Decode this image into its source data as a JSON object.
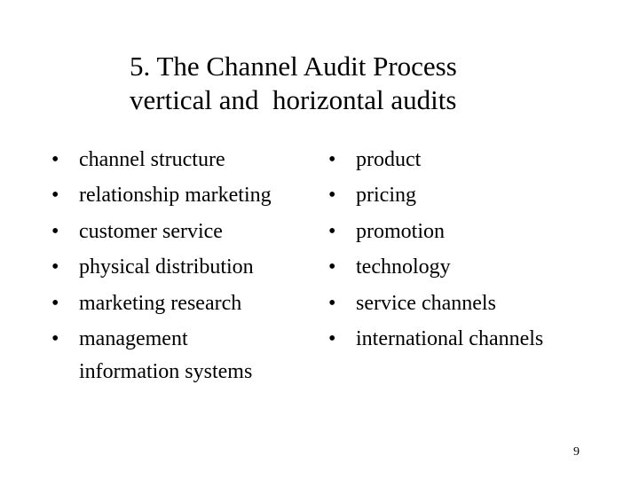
{
  "slide": {
    "title_line1": "5. The Channel Audit Process",
    "title_line2": "vertical and  horizontal audits",
    "bullet_symbol": "•",
    "left_items": [
      "channel structure",
      "relationship marketing",
      "customer service",
      "physical distribution",
      "marketing research",
      "management"
    ],
    "left_item_6_line2": "information systems",
    "right_items": [
      "product",
      "pricing",
      "promotion",
      "technology",
      "service channels",
      "international channels"
    ],
    "page_number": "9"
  }
}
